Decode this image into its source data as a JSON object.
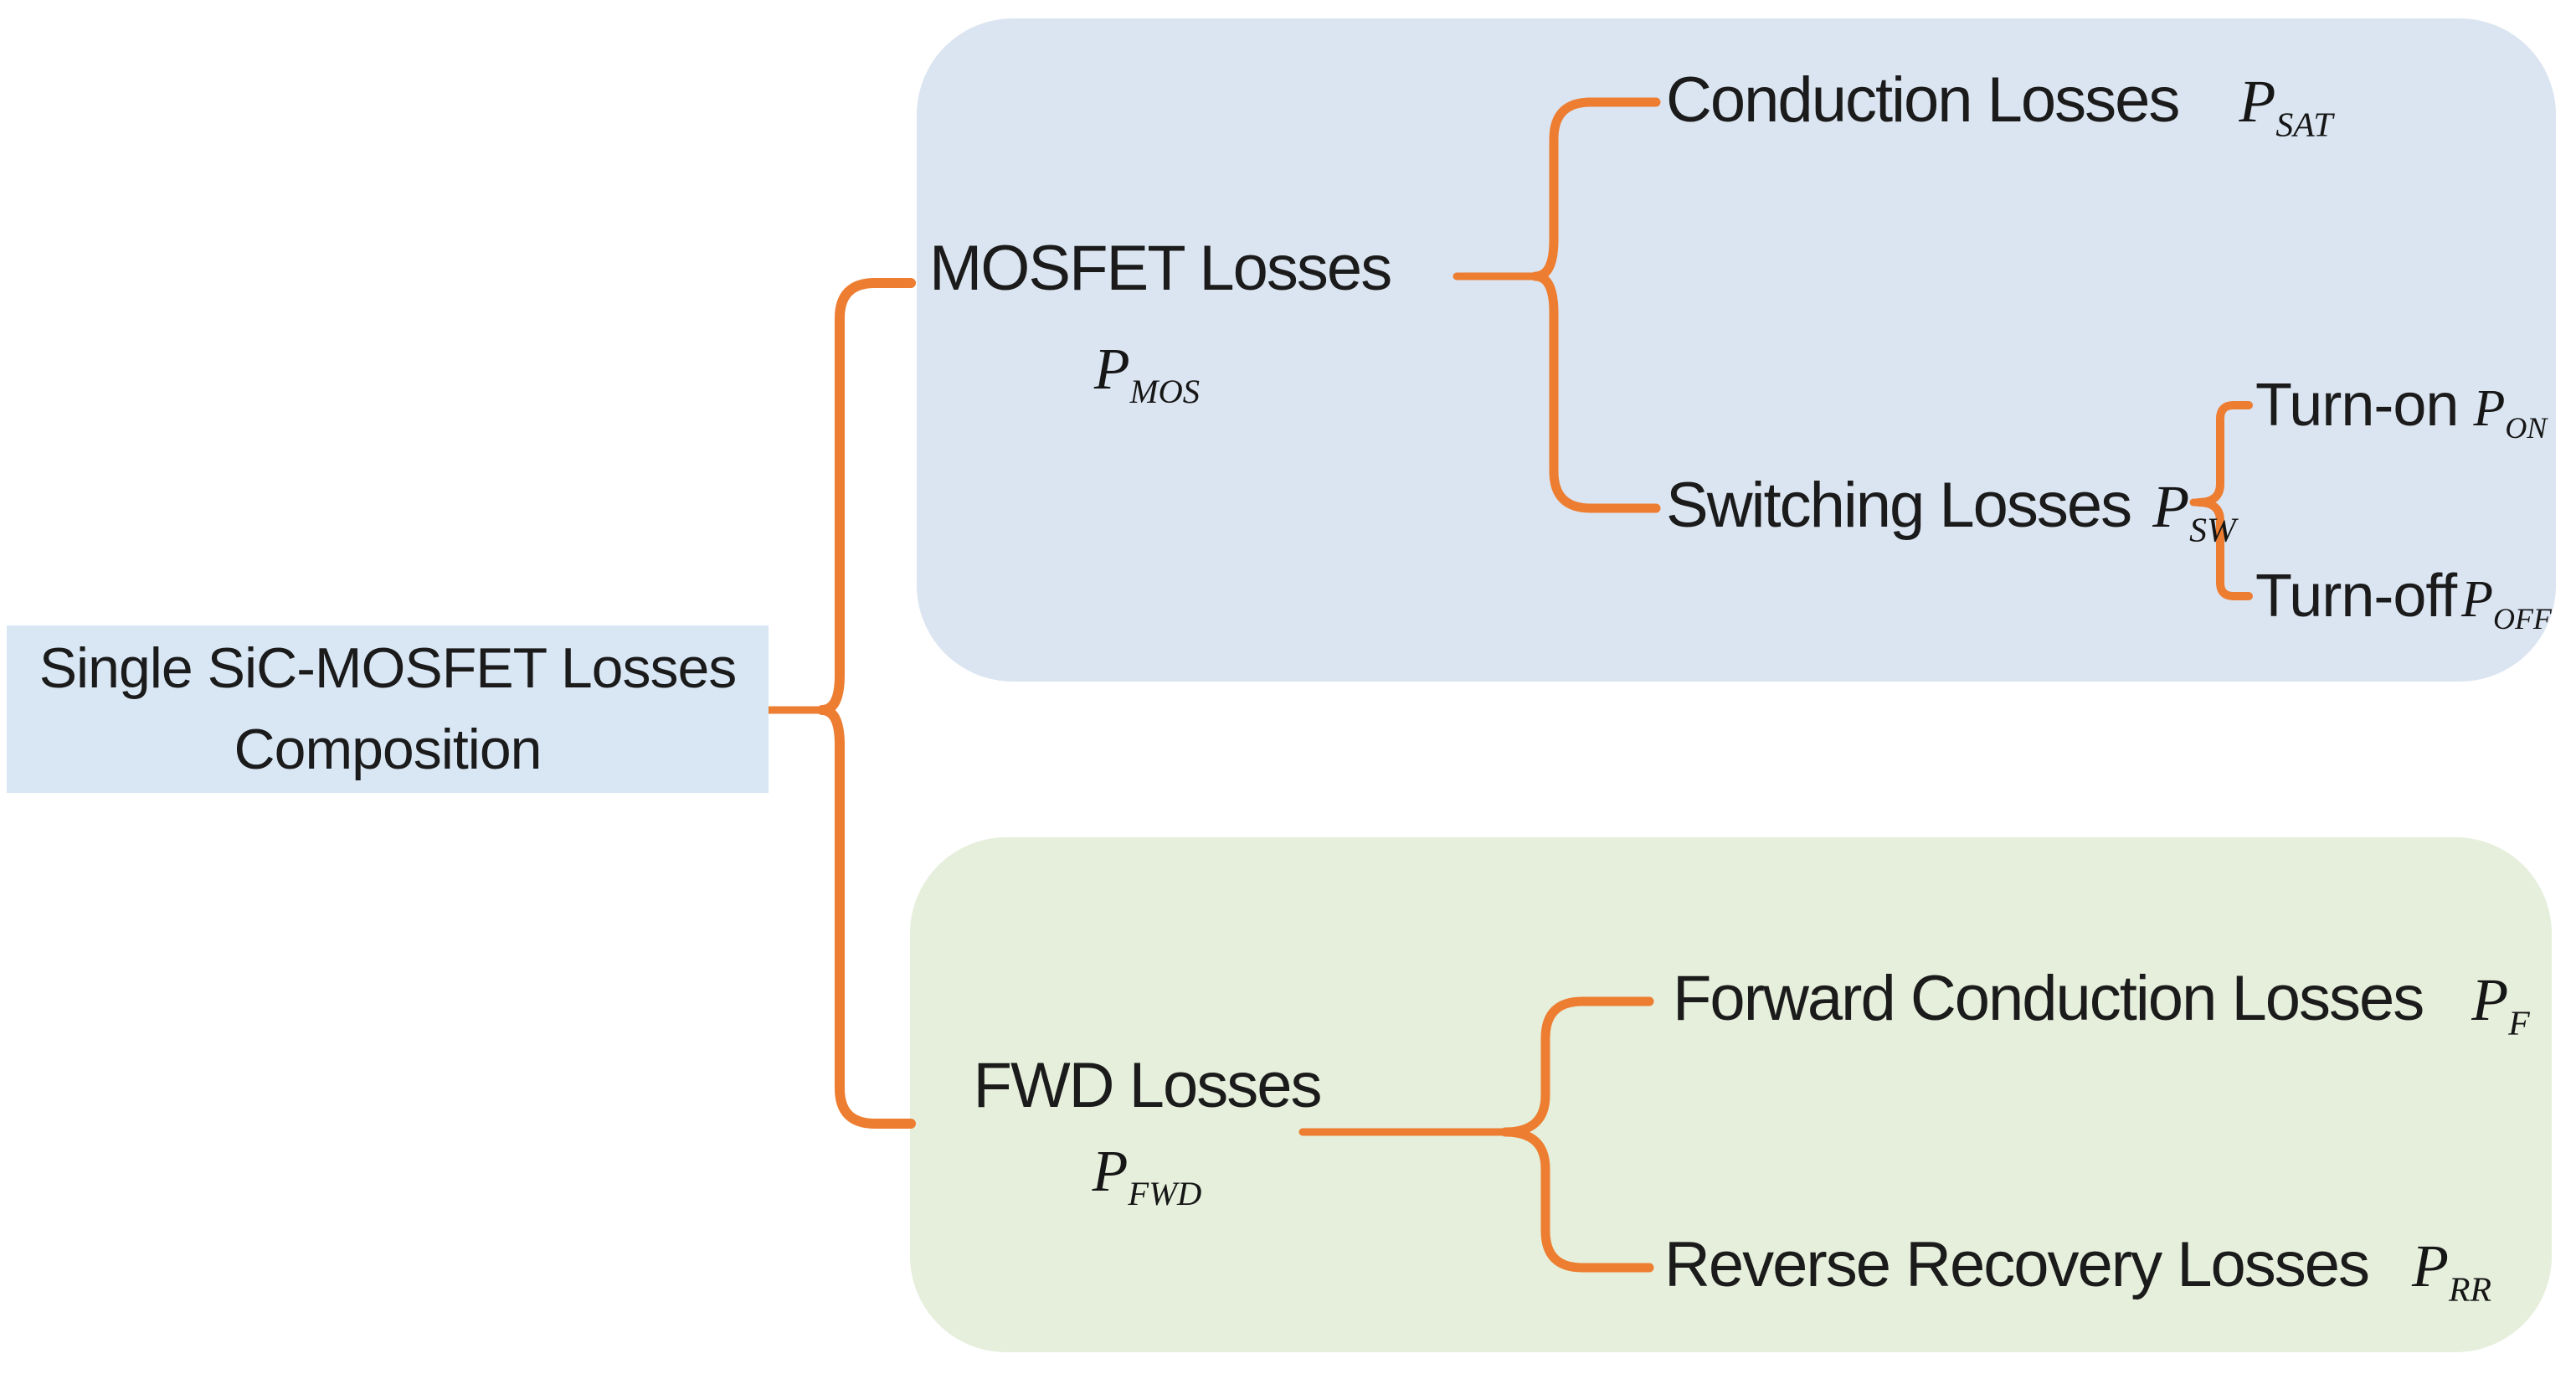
{
  "palette": {
    "brace_orange": "#ED7D31",
    "mosfet_panel_blue": "#DBE5F1",
    "fwd_panel_green": "#E5EFDB",
    "root_box_blue": "#D9E7F5",
    "text": "#1B1B1B"
  },
  "root": {
    "line1": "Single SiC-MOSFET Losses",
    "line2": "Composition"
  },
  "mosfet_branch": {
    "label": "MOSFET Losses",
    "symbol": {
      "base": "P",
      "sub": "MOS"
    },
    "children": {
      "conduction": {
        "label": "Conduction Losses",
        "symbol": {
          "base": "P",
          "sub": "SAT"
        }
      },
      "switching": {
        "label": "Switching Losses",
        "symbol": {
          "base": "P",
          "sub": "SW"
        },
        "children": {
          "turn_on": {
            "label": "Turn-on",
            "symbol": {
              "base": "P",
              "sub": "ON"
            }
          },
          "turn_off": {
            "label": "Turn-off",
            "symbol": {
              "base": "P",
              "sub": "OFF"
            }
          }
        }
      }
    }
  },
  "fwd_branch": {
    "label": "FWD Losses",
    "symbol": {
      "base": "P",
      "sub": "FWD"
    },
    "children": {
      "forward_conduction": {
        "label": "Forward Conduction Losses",
        "symbol": {
          "base": "P",
          "sub": "F"
        }
      },
      "reverse_recovery": {
        "label": "Reverse Recovery Losses",
        "symbol": {
          "base": "P",
          "sub": "RR"
        }
      }
    }
  }
}
